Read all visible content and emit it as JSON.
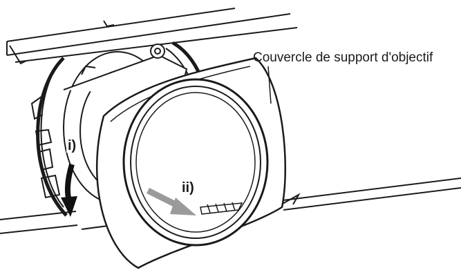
{
  "diagram": {
    "callout_label": "Couvercle de support d'objectif",
    "step_labels": [
      "i)",
      "ii)"
    ],
    "colors": {
      "line": "#1a1a1a",
      "fill": "#ffffff",
      "shade": "#d9d9d9",
      "arrow_primary": "#111111",
      "arrow_secondary": "#9a9a9a"
    }
  }
}
